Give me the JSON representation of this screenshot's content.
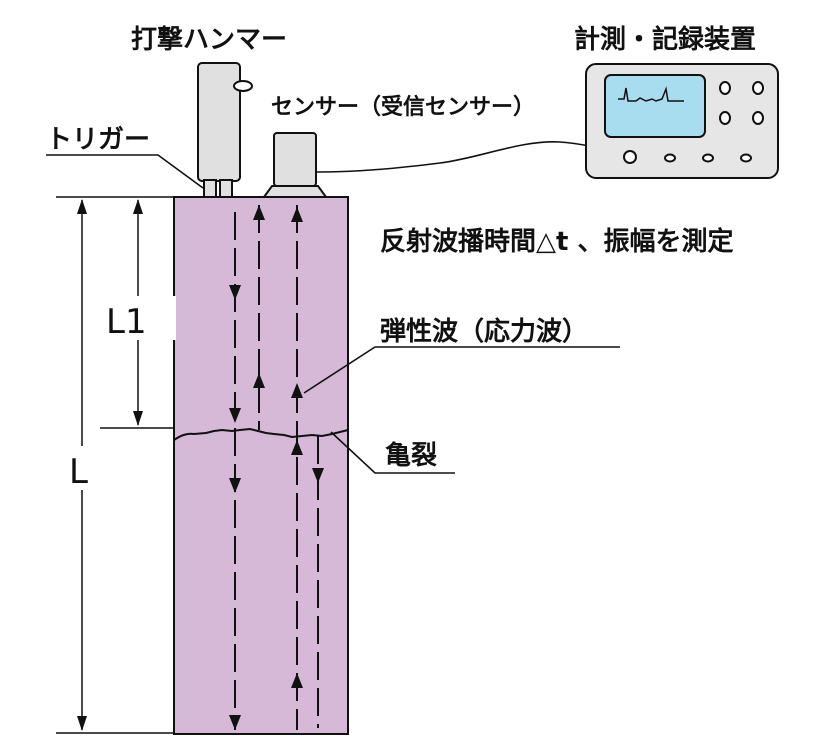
{
  "labels": {
    "hammer": "打撃ハンマー",
    "recorder": "計測・記録装置",
    "sensor": "センサー（受信センサー）",
    "trigger": "トリガー",
    "measurement": "反射波播時間△t 、振幅を測定",
    "elastic_wave": "弾性波（応力波）",
    "crack": "亀裂",
    "dim_l1": "L1",
    "dim_l": "L"
  },
  "colors": {
    "pile_fill": "#d5b9d7",
    "screen_fill": "#a8dcef",
    "device_fill": "#e6e6e6",
    "hammer_fill": "#e0e0e0",
    "line": "#111111"
  },
  "icons": {
    "hammer": "hammer-icon",
    "sensor": "sensor-icon",
    "recorder": "oscilloscope-icon"
  }
}
